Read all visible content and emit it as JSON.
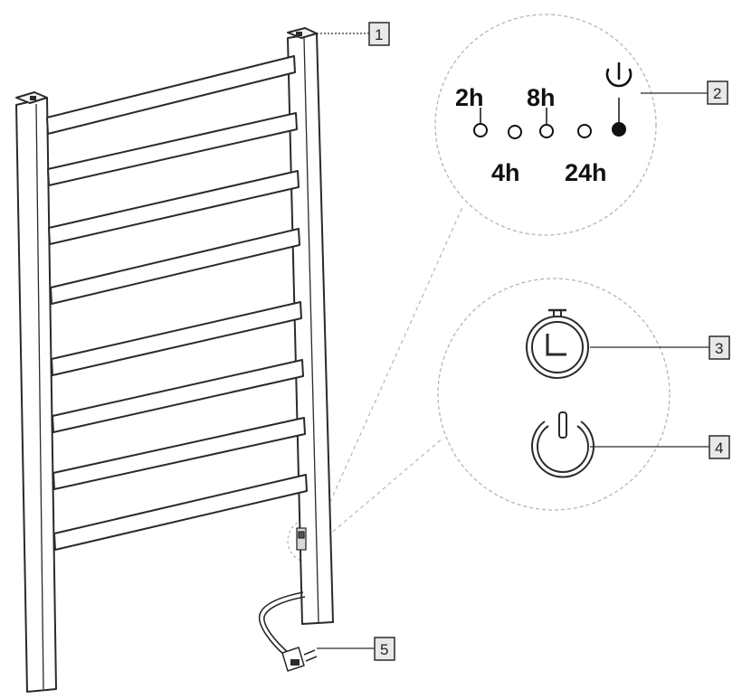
{
  "callouts": {
    "c1": "1",
    "c2": "2",
    "c3": "3",
    "c4": "4",
    "c5": "5"
  },
  "timer_labels": {
    "h2": "2h",
    "h4": "4h",
    "h8": "8h",
    "h24": "24h"
  },
  "icons": {
    "power_indicator": "power-icon",
    "timer_button": "stopwatch-icon",
    "power_button": "power-icon"
  },
  "colors": {
    "line": "#2a2a2a",
    "callout_fill": "#e8e8e8",
    "dashed": "#b0b0b0"
  }
}
